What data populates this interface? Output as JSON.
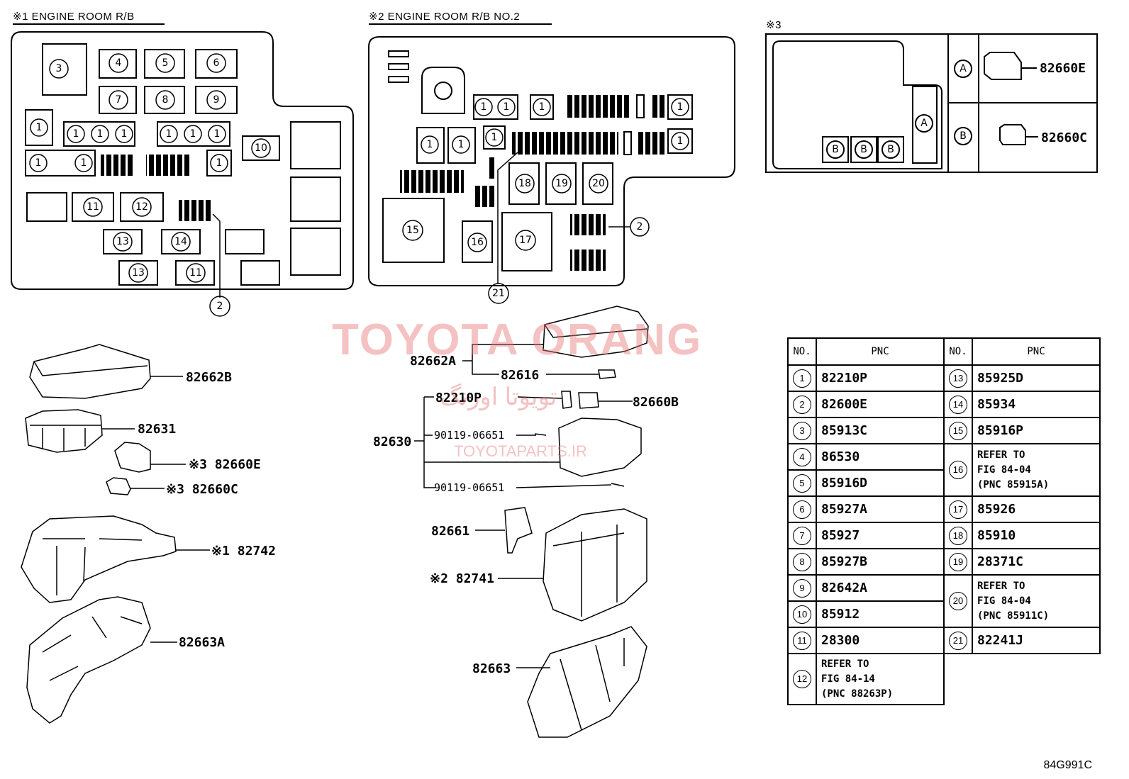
{
  "titles": {
    "rb1": "※1 ENGINE ROOM R/B",
    "rb2": "※2 ENGINE ROOM R/B NO.2",
    "rb3": "※3"
  },
  "rb3_panel": {
    "letter_a": "A",
    "letter_b": "B",
    "part_a": "82660E",
    "part_b": "82660C"
  },
  "box_numbers": {
    "n1": "1",
    "n2": "2",
    "n3": "3",
    "n4": "4",
    "n5": "5",
    "n6": "6",
    "n7": "7",
    "n8": "8",
    "n9": "9",
    "n10": "10",
    "n11": "11",
    "n12": "12",
    "n13": "13",
    "n14": "14",
    "n15": "15",
    "n16": "16",
    "n17": "17",
    "n18": "18",
    "n19": "19",
    "n20": "20",
    "n21": "21"
  },
  "callouts_left": {
    "cover": "82662B",
    "block": "82631",
    "relay_e": "※3 82660E",
    "relay_c": "※3 82660C",
    "housing": "※1 82742",
    "bracket": "82663A"
  },
  "callouts_mid": {
    "cover": "82662A",
    "clip": "82616",
    "fuse": "82210P",
    "relay": "82660B",
    "block": "82630",
    "bolt1": "90119-06651",
    "bolt2": "90119-06651",
    "connector": "82661",
    "housing": "※2 82741",
    "bracket": "82663"
  },
  "table": {
    "col_no": "NO.",
    "col_pnc": "PNC",
    "left": [
      {
        "no": "1",
        "pnc": "82210P"
      },
      {
        "no": "2",
        "pnc": "82600E"
      },
      {
        "no": "3",
        "pnc": "85913C"
      },
      {
        "no": "4",
        "pnc": "86530"
      },
      {
        "no": "5",
        "pnc": "85916D"
      },
      {
        "no": "6",
        "pnc": "85927A"
      },
      {
        "no": "7",
        "pnc": "85927"
      },
      {
        "no": "8",
        "pnc": "85927B"
      },
      {
        "no": "9",
        "pnc": "82642A"
      },
      {
        "no": "10",
        "pnc": "85912"
      },
      {
        "no": "11",
        "pnc": "28300"
      },
      {
        "no": "12",
        "pnc": "REFER TO\nFIG 84-14\n(PNC 88263P)"
      }
    ],
    "right": [
      {
        "no": "13",
        "pnc": "85925D"
      },
      {
        "no": "14",
        "pnc": "85934"
      },
      {
        "no": "15",
        "pnc": "85916P"
      },
      {
        "no": "16",
        "pnc": "REFER TO\nFIG 84-04\n(PNC 85915A)"
      },
      {
        "no": "17",
        "pnc": "85926"
      },
      {
        "no": "18",
        "pnc": "85910"
      },
      {
        "no": "19",
        "pnc": "28371C"
      },
      {
        "no": "20",
        "pnc": "REFER TO\nFIG 84-04\n(PNC 85911C)"
      },
      {
        "no": "21",
        "pnc": "82241J"
      }
    ]
  },
  "watermark": {
    "main": "TOYOTA ORANG",
    "arabic": "تویوتا اورنگ",
    "sub": "TOYOTAPARTS.IR"
  },
  "figure_code": "84G991C"
}
